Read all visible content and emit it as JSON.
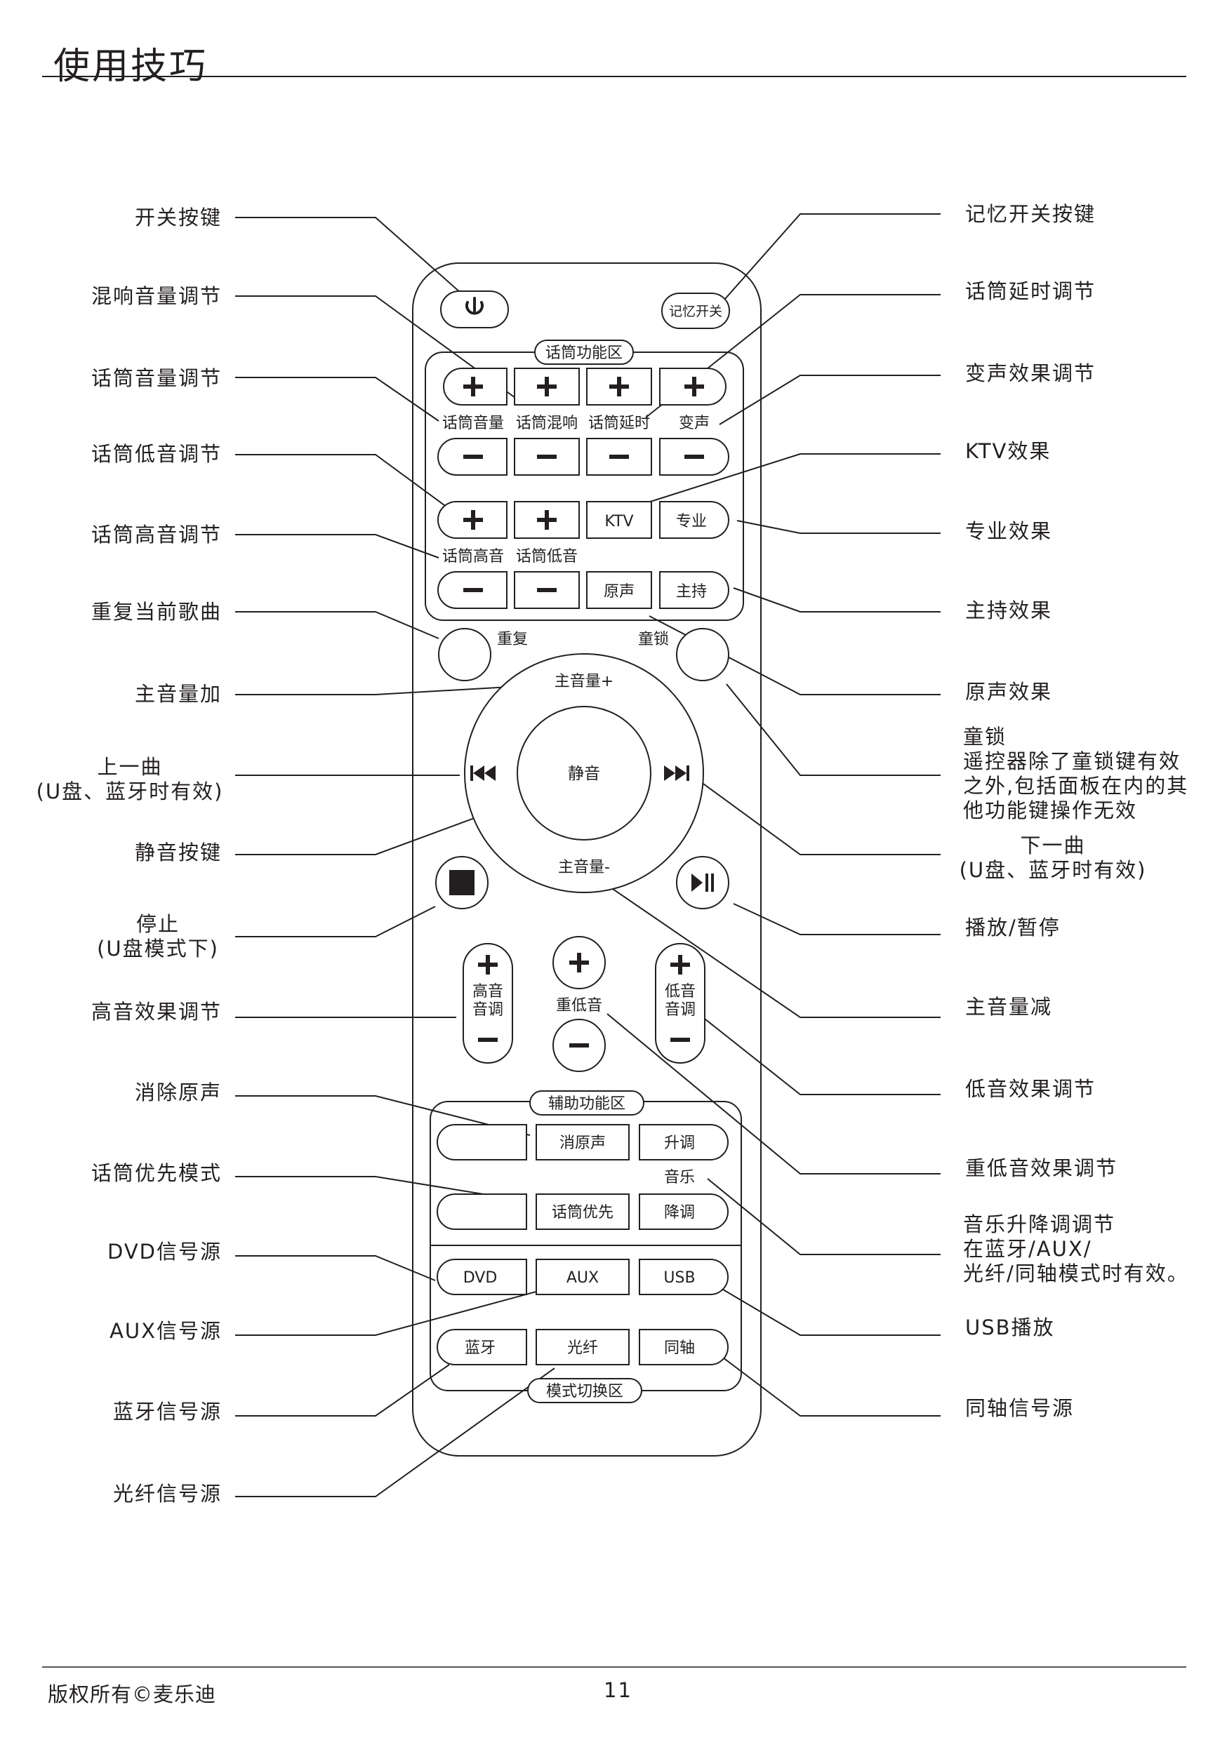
{
  "page": {
    "title": "使用技巧",
    "copyright": "版权所有©麦乐迪",
    "page_number": "11"
  },
  "callouts_left": [
    {
      "lines": [
        "开关按键"
      ]
    },
    {
      "lines": [
        "混响音量调节"
      ]
    },
    {
      "lines": [
        "话筒音量调节"
      ]
    },
    {
      "lines": [
        "话筒低音调节"
      ]
    },
    {
      "lines": [
        "话筒高音调节"
      ]
    },
    {
      "lines": [
        "重复当前歌曲"
      ]
    },
    {
      "lines": [
        "主音量加"
      ]
    },
    {
      "lines": [
        "上一曲",
        "(U盘、蓝牙时有效)"
      ]
    },
    {
      "lines": [
        "静音按键"
      ]
    },
    {
      "lines": [
        "停止",
        "(U盘模式下)"
      ]
    },
    {
      "lines": [
        "高音效果调节"
      ]
    },
    {
      "lines": [
        "消除原声"
      ]
    },
    {
      "lines": [
        "话筒优先模式"
      ]
    },
    {
      "lines": [
        "DVD信号源"
      ]
    },
    {
      "lines": [
        "AUX信号源"
      ]
    },
    {
      "lines": [
        "蓝牙信号源"
      ]
    },
    {
      "lines": [
        "光纤信号源"
      ]
    }
  ],
  "callouts_right": [
    {
      "lines": [
        "记忆开关按键"
      ]
    },
    {
      "lines": [
        "话筒延时调节"
      ]
    },
    {
      "lines": [
        "变声效果调节"
      ]
    },
    {
      "lines": [
        "KTV效果"
      ]
    },
    {
      "lines": [
        "专业效果"
      ]
    },
    {
      "lines": [
        "主持效果"
      ]
    },
    {
      "lines": [
        "原声效果"
      ]
    },
    {
      "lines": [
        "童锁",
        "遥控器除了童锁键有效",
        "之外,包括面板在内的其",
        "他功能键操作无效"
      ]
    },
    {
      "lines": [
        "下一曲",
        "(U盘、蓝牙时有效)"
      ]
    },
    {
      "lines": [
        "播放/暂停"
      ]
    },
    {
      "lines": [
        "主音量减"
      ]
    },
    {
      "lines": [
        "低音效果调节"
      ]
    },
    {
      "lines": [
        "重低音效果调节"
      ]
    },
    {
      "lines": [
        "音乐升降调调节",
        "在蓝牙/AUX/",
        "光纤/同轴模式时有效。"
      ]
    },
    {
      "lines": [
        "USB播放"
      ]
    },
    {
      "lines": [
        "同轴信号源"
      ]
    }
  ],
  "remote": {
    "memory_switch": "记忆开关",
    "mic_zone_title": "话筒功能区",
    "mic_row1_labels": [
      "话筒音量",
      "话筒混响",
      "话筒延时",
      "变声"
    ],
    "mic_row2_labels": [
      "话筒高音",
      "话筒低音"
    ],
    "ktv": "KTV",
    "pro": "专业",
    "original": "原声",
    "host": "主持",
    "repeat": "重复",
    "child_lock": "童锁",
    "vol_up": "主音量+",
    "vol_down": "主音量-",
    "mute": "静音",
    "treble": [
      "高音",
      "音调"
    ],
    "subwoofer": "重低音",
    "bass": [
      "低音",
      "音调"
    ],
    "aux_zone_title": "辅助功能区",
    "vocal_cancel": "消原声",
    "key_up": "升调",
    "music": "音乐",
    "mic_priority": "话筒优先",
    "key_down": "降调",
    "src_dvd": "DVD",
    "src_aux": "AUX",
    "src_usb": "USB",
    "src_bt": "蓝牙",
    "src_optical": "光纤",
    "src_coax": "同轴",
    "mode_zone_title": "模式切换区"
  }
}
